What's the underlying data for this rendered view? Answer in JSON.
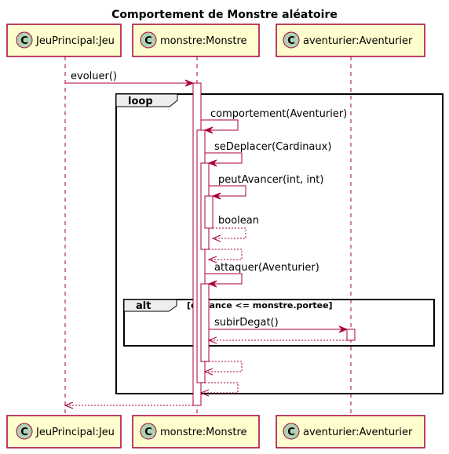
{
  "diagram": {
    "title": "Comportement de Monstre aléatoire",
    "participants": [
      {
        "id": "jeu",
        "badge": "C",
        "label": "JeuPrincipal:Jeu"
      },
      {
        "id": "monstre",
        "badge": "C",
        "label": "monstre:Monstre"
      },
      {
        "id": "aventurier",
        "badge": "C",
        "label": "aventurier:Aventurier"
      }
    ],
    "fragments": {
      "loop": {
        "keyword": "loop"
      },
      "alt": {
        "keyword": "alt",
        "guard": "[distance <= monstre.portee]"
      }
    },
    "messages": [
      {
        "label": "evoluer()"
      },
      {
        "label": "comportement(Aventurier)"
      },
      {
        "label": "seDeplacer(Cardinaux)"
      },
      {
        "label": "peutAvancer(int, int)"
      },
      {
        "label": "boolean"
      },
      {
        "label": ""
      },
      {
        "label": "attaquer(Aventurier)"
      },
      {
        "label": "subirDegat()"
      },
      {
        "label": ""
      },
      {
        "label": ""
      },
      {
        "label": ""
      },
      {
        "label": ""
      }
    ],
    "colors": {
      "box_fill": "#FEFECE",
      "border": "#A80036",
      "badge_fill": "#ADD1B2",
      "frame_tab": "#eeeeee"
    }
  }
}
